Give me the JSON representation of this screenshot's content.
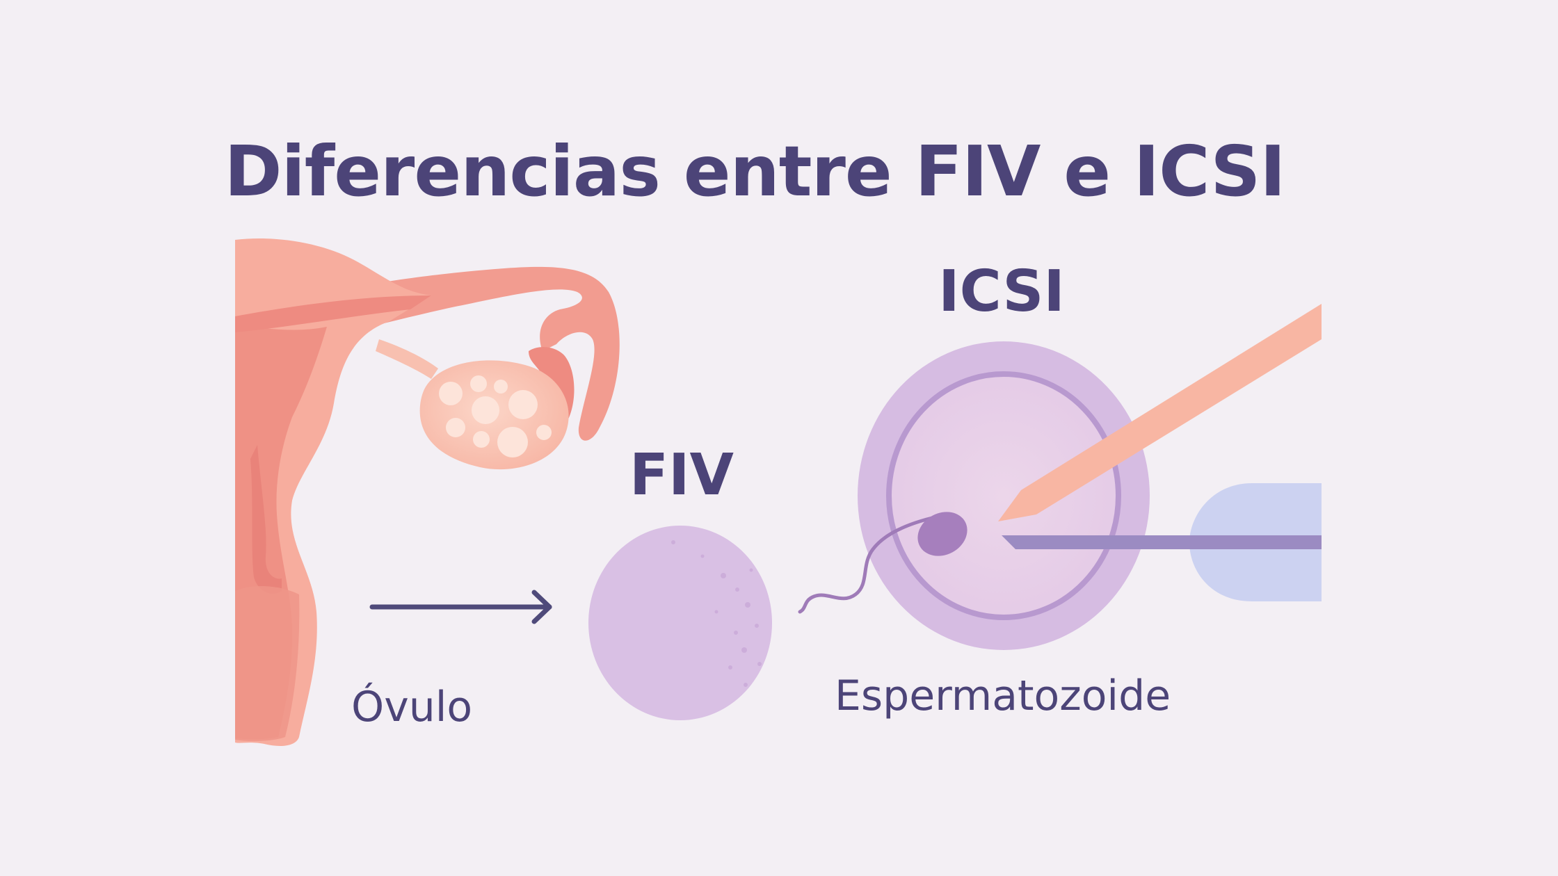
{
  "title": "Diferencias entre FIV e ICSI",
  "labels": {
    "icsi": "ICSI",
    "fiv": "FIV",
    "ovulo": "Óvulo",
    "espermatozoide": "Espermatozoide"
  },
  "colors": {
    "background": "#f3eff4",
    "text": "#4c4478",
    "uterus": "#f2998f",
    "egg": "#d9c0e4",
    "needle": "#f8b6a3",
    "pipette": "#cdd3f2"
  },
  "icons": [
    "uterus-illustration",
    "arrow-icon",
    "egg-icon",
    "sperm-icon",
    "injection-needle-icon",
    "holding-pipette-icon"
  ]
}
